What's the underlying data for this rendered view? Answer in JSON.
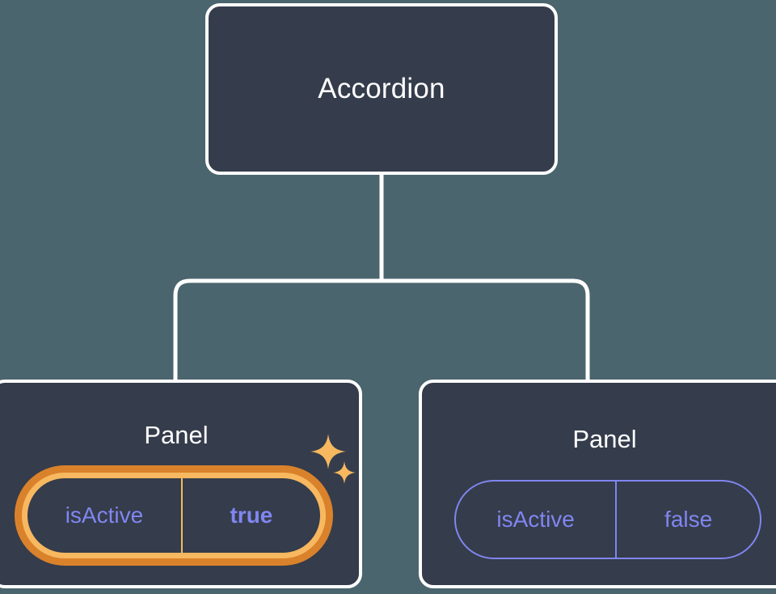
{
  "theme": {
    "canvas_bg": "#4b656e",
    "node_bg": "#353c4b",
    "node_border": "#ffffff",
    "connector": "#ffffff",
    "prop_accent": "#8086f0",
    "highlight_outer": "#d9822b",
    "highlight_inner": "#f7b860",
    "sparkle": "#f7b860"
  },
  "tree": {
    "root": {
      "label": "Accordion"
    },
    "children": [
      {
        "label": "Panel",
        "highlighted": true,
        "prop": {
          "key": "isActive",
          "value": "true",
          "emphasis": "bold"
        },
        "decorations": [
          "sparkle-large-icon",
          "sparkle-small-icon"
        ]
      },
      {
        "label": "Panel",
        "highlighted": false,
        "prop": {
          "key": "isActive",
          "value": "false",
          "emphasis": "normal"
        },
        "decorations": []
      }
    ]
  }
}
